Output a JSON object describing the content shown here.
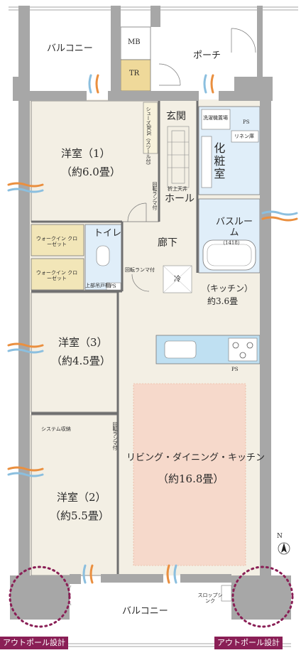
{
  "rooms": {
    "balcony_top": "バルコニー",
    "porch": "ポーチ",
    "mb": "MB",
    "tr": "TR",
    "shoes_box": "シューズBOX（スツール付）",
    "entrance": "玄関",
    "hall": "ホール",
    "folding_ceiling": "折上天井",
    "western1_name": "洋室（1）",
    "western1_size": "（約6.0畳）",
    "powder_room": "化粧室",
    "washer_area": "洗濯機置場",
    "linen_shelf": "リネン庫",
    "ps": "PS",
    "bathroom": "バスルーム",
    "bath_size": "（1418）",
    "walkin1": "ウォークイン クローゼット",
    "walkin2": "ウォークイン クローゼット",
    "toilet": "トイレ",
    "upper_cabinet": "上部吊戸棚",
    "corridor": "廊下",
    "fridge": "冷",
    "kitchen_name": "（キッチン）",
    "kitchen_size": "約3.6畳",
    "western3_name": "洋室（3）",
    "western3_size": "（約4.5畳）",
    "system_storage": "システム収納",
    "western2_name": "洋室（2）",
    "western2_size": "（約5.5畳）",
    "ldk_name": "リビング・ダイニング・キッチン",
    "ldk_size": "（約16.8畳）",
    "balcony_bottom": "バルコニー",
    "slop_sink": "スロップシンク",
    "north": "N",
    "rotating_rail_1": "回転ランマ付",
    "rotating_rail_2": "回転ランマ付",
    "rotating_rail_3": "回転ランマ付"
  },
  "badges": {
    "outpole_left": "アウトポール設計",
    "outpole_right": "アウトポール設計"
  },
  "colors": {
    "wall": "#a7a7a7",
    "floor": "#f3efe4",
    "wet_area": "#e0eef9",
    "ldk_highlight": "#f6d9cb",
    "storage": "#f2e6b8",
    "tr": "#efd99a",
    "counter": "#bfe0f2",
    "badge": "#8a1f56",
    "wind_orange": "#ea8f3f",
    "wind_blue": "#8bbfdf"
  }
}
